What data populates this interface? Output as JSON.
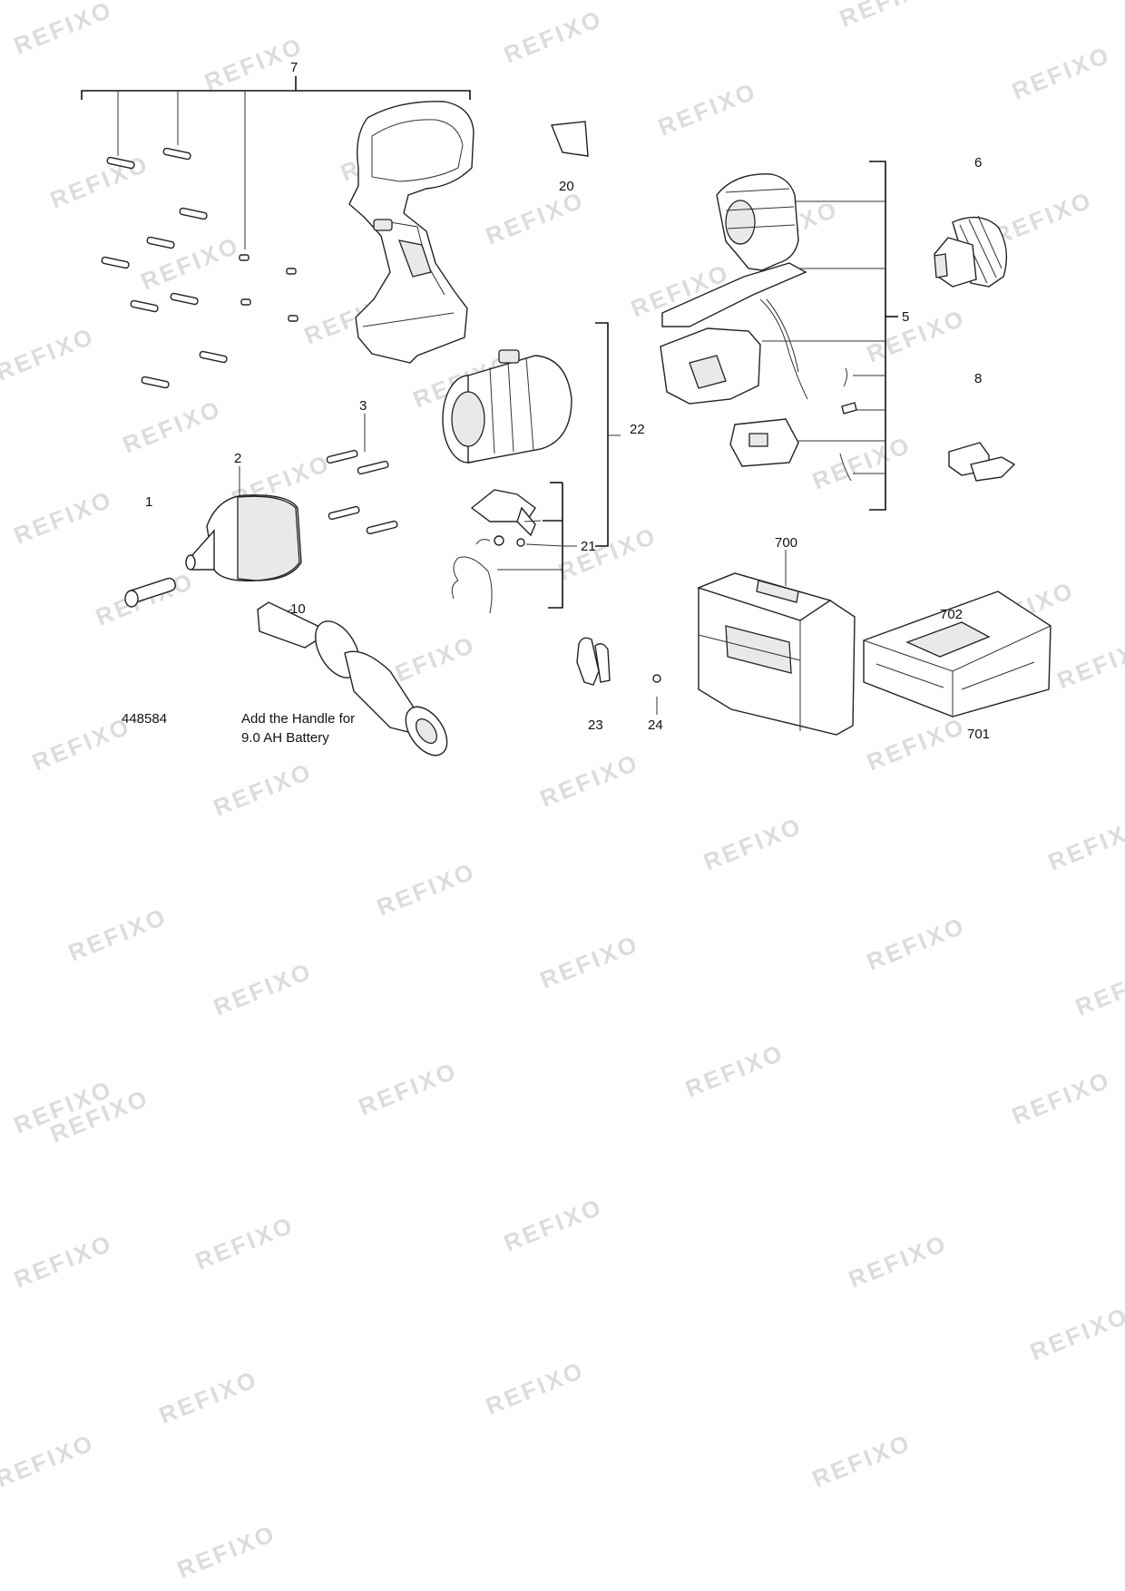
{
  "watermark": "REFIXO",
  "parts": {
    "p1": "1",
    "p2": "2",
    "p3": "3",
    "p5": "5",
    "p6": "6",
    "p7": "7",
    "p8": "8",
    "p10": "10",
    "p20": "20",
    "p21": "21",
    "p22": "22",
    "p23": "23",
    "p24": "24",
    "p700": "700",
    "p701": "701",
    "p702": "702"
  },
  "diagram_id": "448584",
  "note_line1": "Add the Handle for",
  "note_line2": "9.0 AH Battery"
}
